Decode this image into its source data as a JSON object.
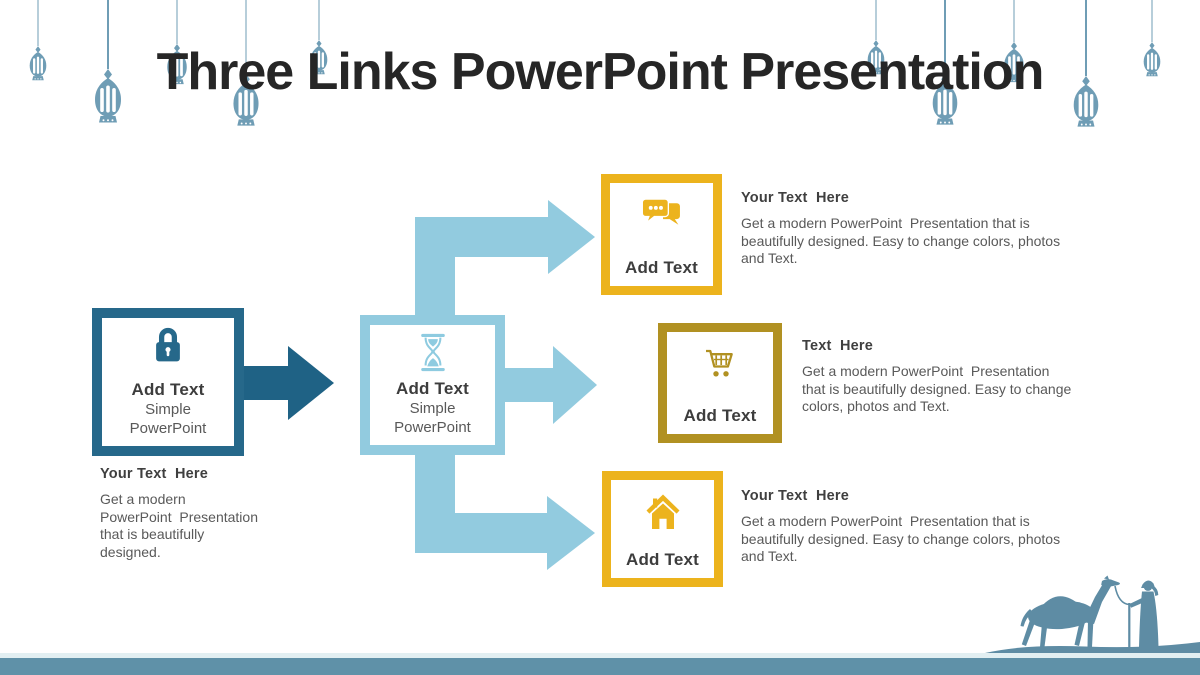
{
  "slide": {
    "title": "Three Links PowerPoint Presentation",
    "colors": {
      "dark_teal": "#26688a",
      "light_blue": "#92cbdf",
      "gold": "#ecb31d",
      "dark_gold": "#b19122",
      "lantern_blue": "#6f9db5",
      "camel_blue": "#5e8ca4",
      "bottom_bar": "#5f91a8",
      "title_text": "#262626",
      "heading_text": "#3f3f3f",
      "body_text": "#595959"
    },
    "icons": [
      "lantern-icon",
      "lock-icon",
      "hourglass-icon",
      "chat-icon",
      "cart-icon",
      "home-icon",
      "camel-caravan-icon"
    ]
  },
  "nodes": {
    "source": {
      "label": "Add Text",
      "sublabel": "Simple\nPowerPoint",
      "icon": "lock-icon"
    },
    "hub": {
      "label": "Add Text",
      "sublabel": "Simple\nPowerPoint",
      "icon": "hourglass-icon"
    },
    "links": [
      {
        "label": "Add Text",
        "icon": "chat-icon",
        "heading": "Your Text  Here",
        "body": "Get a modern PowerPoint  Presentation that is\nbeautifully designed. Easy to change colors, photos\nand Text."
      },
      {
        "label": "Add Text",
        "icon": "cart-icon",
        "heading": "Text  Here",
        "body": "Get a modern PowerPoint  Presentation\nthat is beautifully designed. Easy to change\ncolors, photos and Text."
      },
      {
        "label": "Add Text",
        "icon": "home-icon",
        "heading": "Your Text  Here",
        "body": "Get a modern PowerPoint  Presentation that is\nbeautifully designed. Easy to change colors, photos\nand Text."
      }
    ],
    "source_note": {
      "heading": "Your Text  Here",
      "body": "Get a modern\nPowerPoint  Presentation\nthat is beautifully\ndesigned."
    }
  }
}
